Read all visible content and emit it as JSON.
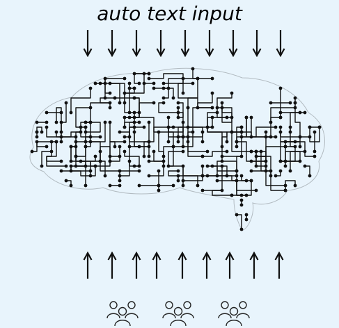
{
  "diagram": {
    "title": "auto text input",
    "top_arrows": {
      "count": 9,
      "direction": "down"
    },
    "bottom_arrows": {
      "count": 9,
      "direction": "up"
    },
    "center_image": "circuit-brain",
    "user_groups": {
      "count": 3,
      "icon": "people-group-icon"
    },
    "colors": {
      "background": "#e8f4fc",
      "ink": "#111111"
    }
  }
}
